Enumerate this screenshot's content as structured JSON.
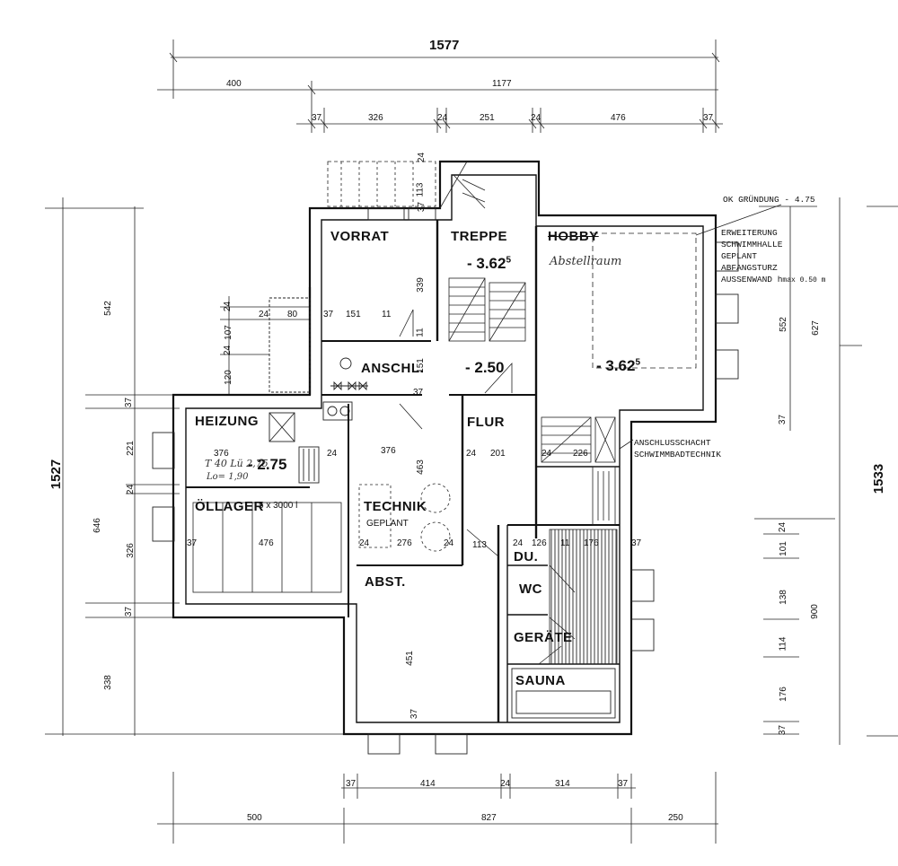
{
  "rooms": {
    "vorrat": "VORRAT",
    "treppe": "TREPPE",
    "hobby": "HOBBY",
    "hobby_hand": "Abstellraum",
    "anschl": "ANSCHL.",
    "heizung": "HEIZUNG",
    "flur": "FLUR",
    "technik": "TECHNIK",
    "technik_sub": "GEPLANT",
    "oellager": "ÖLLAGER",
    "oellager_sub": "5 x 3000 l",
    "abst": "ABST.",
    "du": "DU.",
    "wc": "WC",
    "geraete": "GERÄTE",
    "sauna": "SAUNA"
  },
  "levels": {
    "treppe": "- 3.62",
    "treppe_sup": "5",
    "hobby": "- 3.62",
    "hobby_sup": "5",
    "flur": "- 2.50",
    "heizung": "- 2.75"
  },
  "notes": {
    "gruendung": "OK GRÜNDUNG - 4.75",
    "erweiterung": [
      "ERWEITERUNG",
      "SCHWIMMHALLE",
      "GEPLANT",
      "ABFANGSTURZ",
      "AUSSENWAND h"
    ],
    "hmax": "max 0.50 m",
    "schacht": [
      "ANSCHLUSSCHACHT",
      "SCHWIMMBADTECHNIK"
    ],
    "heiz_hand": "T 40 Lü 2,75",
    "heiz_hand2": "Lo= 1,90"
  },
  "dims_top": {
    "overall": "1577",
    "row2": [
      "400",
      "1177"
    ],
    "row3": [
      "37",
      "326",
      "24",
      "251",
      "24",
      "476",
      "37"
    ]
  },
  "dims_bottom": {
    "row1": [
      "37",
      "414",
      "24",
      "314",
      "37"
    ],
    "row2": [
      "500",
      "827",
      "250"
    ]
  },
  "dims_left": {
    "overall": "1527",
    "row": [
      "542",
      "37",
      "221",
      "24",
      "646",
      "326",
      "37",
      "338"
    ],
    "inner": [
      "24",
      "107",
      "24",
      "120"
    ]
  },
  "dims_right": {
    "overall": "1533",
    "row": [
      "627",
      "552",
      "37",
      "900",
      "24",
      "101",
      "138",
      "114",
      "176",
      "37"
    ]
  },
  "dims_inner": {
    "vorrat": [
      "37",
      "151",
      "11",
      "339",
      "11"
    ],
    "stair_top": [
      "24",
      "113",
      "37"
    ],
    "anschl": "151",
    "flur": [
      "24",
      "201"
    ],
    "hall": [
      "24",
      "226"
    ],
    "heizung": "376",
    "technik": [
      "376",
      "463",
      "24",
      "276",
      "24",
      "24"
    ],
    "oellager": [
      "37",
      "476"
    ],
    "left_annex": [
      "24",
      "80",
      "37"
    ],
    "abst": [
      "451",
      "37",
      "113"
    ],
    "sanitary": [
      "24",
      "126",
      "11",
      "176",
      "37"
    ]
  }
}
